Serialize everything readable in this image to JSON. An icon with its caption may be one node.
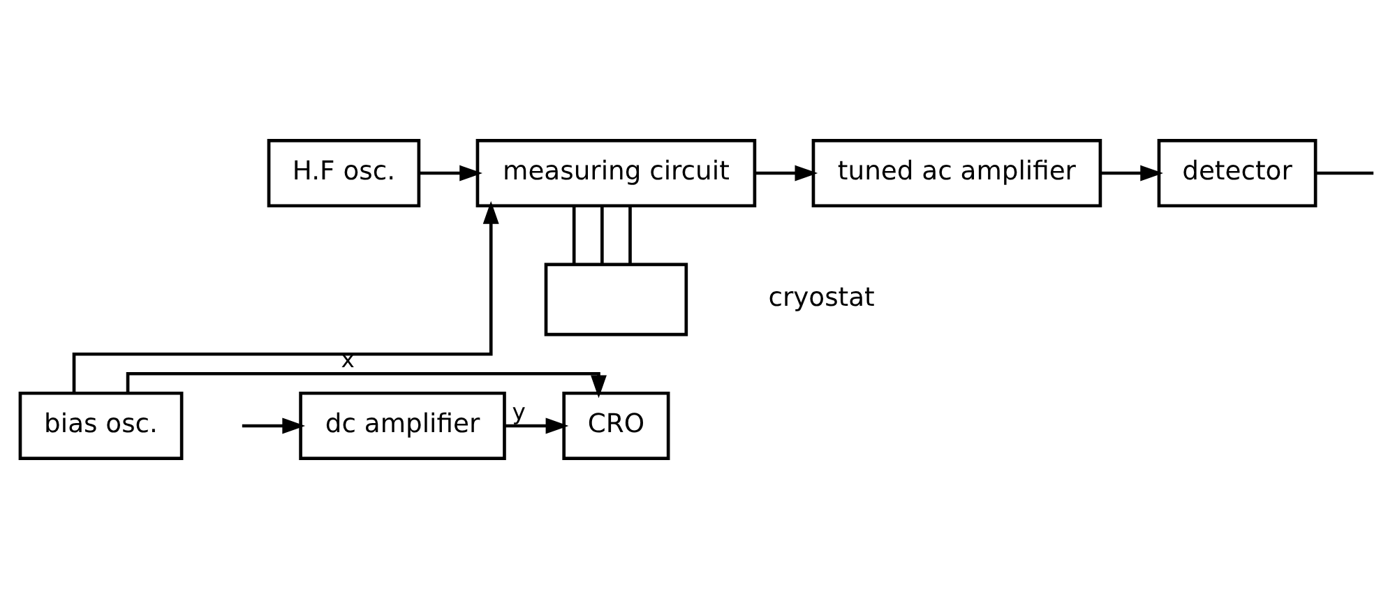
{
  "diagram": {
    "nodes": [
      {
        "text": [
          "H.F osc."
        ]
      },
      {
        "text": [
          "measuring circuit"
        ]
      },
      {
        "text": [
          "tuned ac amplifier"
        ]
      },
      {
        "text": [
          "detector"
        ]
      },
      {
        "text": [],
        "shape": "box",
        "beside": [
          "cryostat"
        ]
      },
      {
        "text": [
          "bias osc."
        ]
      },
      {
        "text": [
          "CRO"
        ]
      },
      {
        "text": [
          "dc amplifier"
        ]
      }
    ],
    "edges": [
      {
        "from": 0,
        "to": 1,
        "arrow": "to"
      },
      {
        "from": 1,
        "to": 2,
        "arrow": "to"
      },
      {
        "from": 2,
        "to": 3,
        "arrow": "to"
      },
      {
        "from": 3,
        "to": null,
        "arrow": "none"
      },
      {
        "from": 1,
        "to": 4,
        "arrow": "none"
      },
      {
        "from": 1,
        "to": 4,
        "arrow": "none"
      },
      {
        "from": 1,
        "to": 4,
        "arrow": "none"
      },
      {
        "from": 5,
        "to": 1,
        "arrow": "to"
      },
      {
        "from": 5,
        "to": 6,
        "arrow": "to",
        "label": "x"
      },
      {
        "from": 7,
        "to": 6,
        "arrow": "to",
        "label": "y"
      },
      {
        "from": null,
        "to": 7,
        "arrow": "to"
      }
    ]
  }
}
